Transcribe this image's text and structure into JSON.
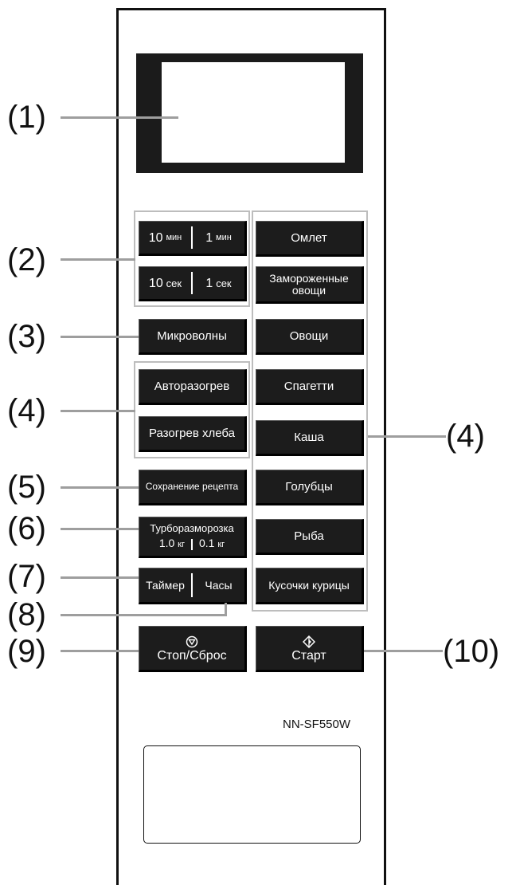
{
  "callouts": {
    "c1": "(1)",
    "c2": "(2)",
    "c3": "(3)",
    "c4_left": "(4)",
    "c5": "(5)",
    "c6": "(6)",
    "c7": "(7)",
    "c8": "(8)",
    "c9": "(9)",
    "c4_right": "(4)",
    "c10": "(10)"
  },
  "time_buttons": {
    "min10": "10",
    "min10_unit": "мин",
    "min1": "1",
    "min1_unit": "мин",
    "sec10": "10",
    "sec10_unit": "сек",
    "sec1": "1",
    "sec1_unit": "сек"
  },
  "left_buttons": {
    "microwave": "Микроволны",
    "auto_reheat": "Авторазогрев",
    "bread_reheat": "Разогрев хлеба",
    "save_recipe": "Сохранение рецепта",
    "turbo_defrost": "Турборазморозка",
    "defrost_1": "1.0",
    "defrost_1_unit": "кг",
    "defrost_01": "0.1",
    "defrost_01_unit": "кг",
    "timer": "Таймер",
    "clock": "Часы",
    "stop_reset": "Стоп/Сброс"
  },
  "right_buttons": {
    "omelet": "Омлет",
    "frozen_veg_1": "Замороженные",
    "frozen_veg_2": "овощи",
    "vegetables": "Овощи",
    "spaghetti": "Спагетти",
    "porridge": "Каша",
    "cabbage_rolls": "Голубцы",
    "fish": "Рыба",
    "chicken_pieces": "Кусочки курицы",
    "start": "Старт"
  },
  "model": "NN-SF550W",
  "icons": {
    "stop": "stop-reset-icon",
    "start": "start-icon"
  }
}
